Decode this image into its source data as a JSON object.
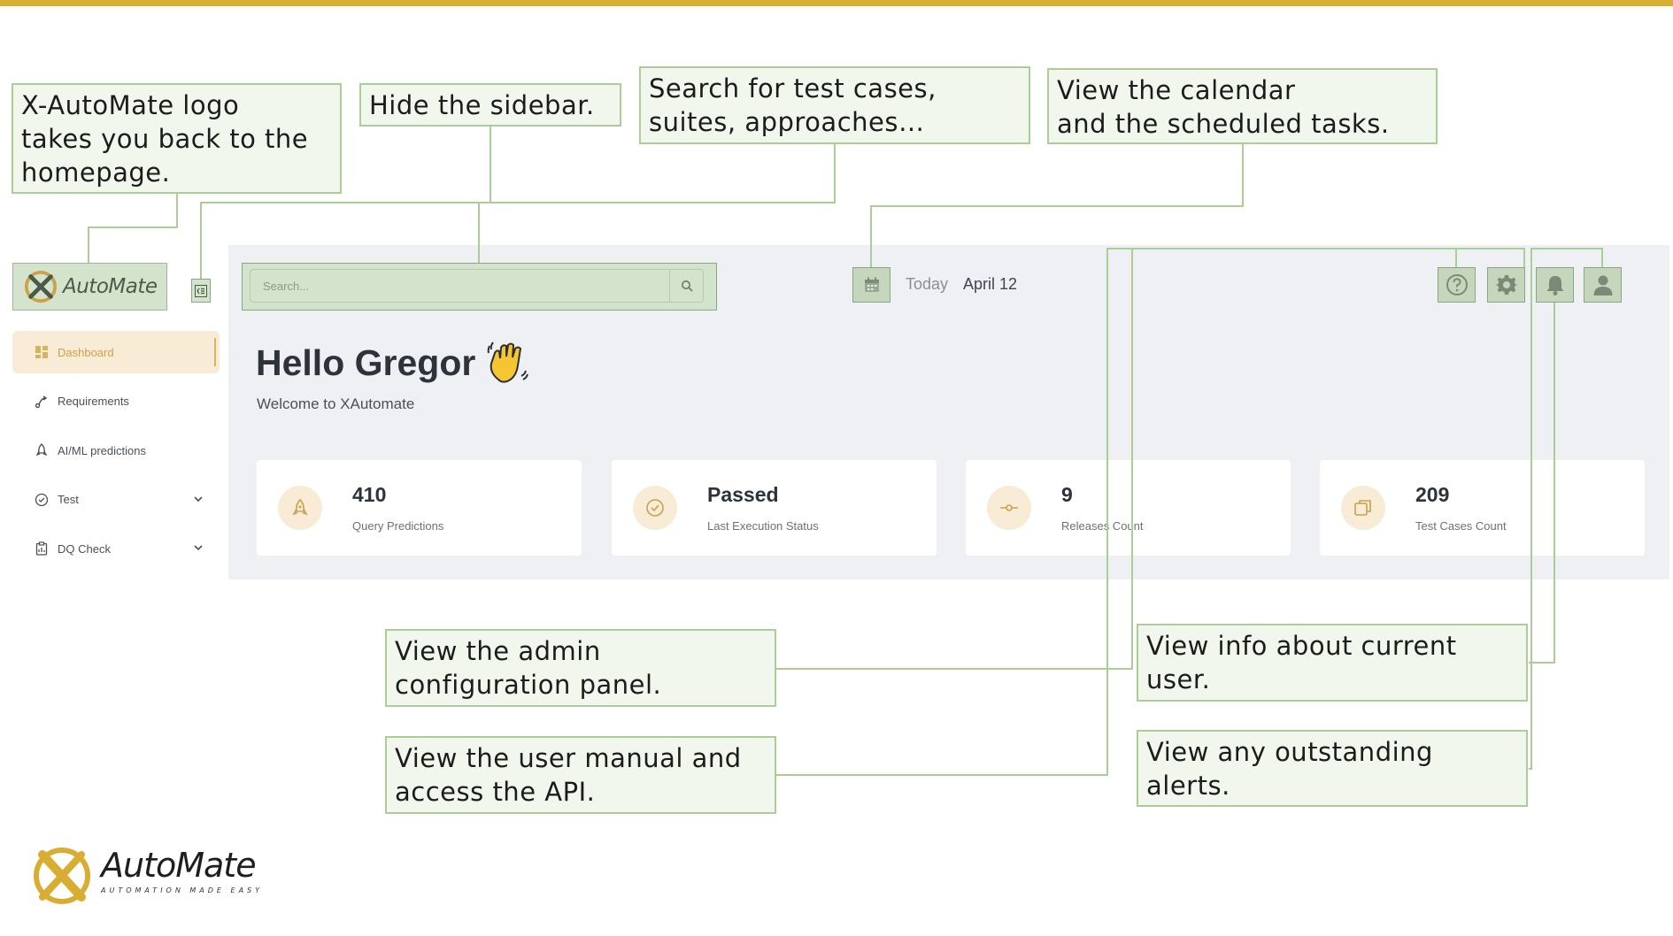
{
  "colors": {
    "accent": "#d8ad32",
    "annotation_fill": "#f1f7ed",
    "annotation_border": "#a9cf97",
    "highlight": "#c5d6bd",
    "active_nav": "#f8ecd6"
  },
  "sidebar": {
    "logo_text": "AutoMate",
    "collapse_icon": "sidebar-collapse-icon",
    "items": [
      {
        "label": "Dashboard",
        "icon": "dashboard-icon",
        "active": true
      },
      {
        "label": "Requirements",
        "icon": "requirements-icon"
      },
      {
        "label": "AI/ML predictions",
        "icon": "rocket-icon"
      },
      {
        "label": "Test",
        "icon": "check-circle-icon",
        "expandable": true
      },
      {
        "label": "DQ Check",
        "icon": "clipboard-icon",
        "expandable": true
      }
    ]
  },
  "header": {
    "search_placeholder": "Search...",
    "today_label": "Today",
    "date": "April 12",
    "icons": [
      "help-icon",
      "settings-icon",
      "bell-icon",
      "user-icon"
    ]
  },
  "main": {
    "greeting": "Hello Gregor",
    "welcome": "Welcome to XAutomate",
    "stats": [
      {
        "value": "410",
        "label": "Query Predictions",
        "icon": "rocket-icon"
      },
      {
        "value": "Passed",
        "label": "Last Execution Status",
        "icon": "check-circle-icon"
      },
      {
        "value": "9",
        "label": "Releases Count",
        "icon": "commit-icon"
      },
      {
        "value": "209",
        "label": "Test Cases Count",
        "icon": "copy-icon"
      }
    ]
  },
  "annotations": {
    "logo": "X-AutoMate logo\ntakes you back to the\nhomepage.",
    "sidebar": "Hide the sidebar.",
    "search": "Search for test cases,\nsuites, approaches…",
    "calendar": "View the calendar\nand the scheduled tasks.",
    "admin": "View the admin\nconfiguration  panel.",
    "manual": "View the user manual and\naccess the API.",
    "user": "View info about current\nuser.",
    "alerts": "View any outstanding\nalerts."
  },
  "footer": {
    "brand": "AutoMate",
    "tagline": "AUTOMATION MADE EASY"
  }
}
